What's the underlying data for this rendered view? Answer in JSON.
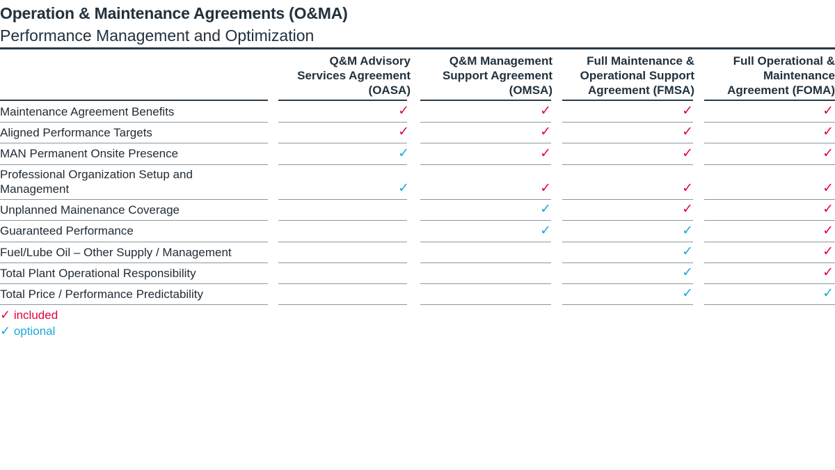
{
  "header": {
    "title": "Operation & Maintenance Agreements (O&MA)",
    "subtitle": "Performance Management and Optimization"
  },
  "columns": [
    {
      "lines": [
        "Q&M Advisory",
        "Services Agreement",
        "(OASA)"
      ]
    },
    {
      "lines": [
        "Q&M Management",
        "Support Agreement",
        "(OMSA)"
      ]
    },
    {
      "lines": [
        "Full Maintenance &",
        "Operational Support",
        "Agreement (FMSA)"
      ]
    },
    {
      "lines": [
        "Full Operational &",
        "Maintenance",
        "Agreement (FOMA)"
      ]
    }
  ],
  "rows": [
    {
      "lines": [
        "Maintenance Agreement Benefits"
      ],
      "cells": [
        "included",
        "included",
        "included",
        "included"
      ]
    },
    {
      "lines": [
        "Aligned Performance Targets"
      ],
      "cells": [
        "included",
        "included",
        "included",
        "included"
      ]
    },
    {
      "lines": [
        "MAN Permanent Onsite Presence"
      ],
      "cells": [
        "optional",
        "included",
        "included",
        "included"
      ]
    },
    {
      "lines": [
        "Professional Organization Setup and",
        "Management"
      ],
      "cells": [
        "optional",
        "included",
        "included",
        "included"
      ]
    },
    {
      "lines": [
        "Unplanned Mainenance Coverage"
      ],
      "cells": [
        "",
        "optional",
        "included",
        "included"
      ]
    },
    {
      "lines": [
        "Guaranteed Performance"
      ],
      "cells": [
        "",
        "optional",
        "optional",
        "included"
      ]
    },
    {
      "lines": [
        "Fuel/Lube Oil – Other Supply / Management"
      ],
      "cells": [
        "",
        "",
        "optional",
        "included"
      ]
    },
    {
      "lines": [
        "Total Plant Operational Responsibility"
      ],
      "cells": [
        "",
        "",
        "optional",
        "included"
      ]
    },
    {
      "lines": [
        "Total Price / Performance Predictability"
      ],
      "cells": [
        "",
        "",
        "optional",
        "optional"
      ]
    }
  ],
  "legend": {
    "mark": "✓",
    "included_label": "included",
    "optional_label": "optional"
  },
  "colors": {
    "included": "#e4003b",
    "optional": "#19a9d8",
    "text": "#1f2b35",
    "rule": "#2a3a48"
  },
  "icons": {
    "included": "check-icon",
    "optional": "check-icon"
  }
}
